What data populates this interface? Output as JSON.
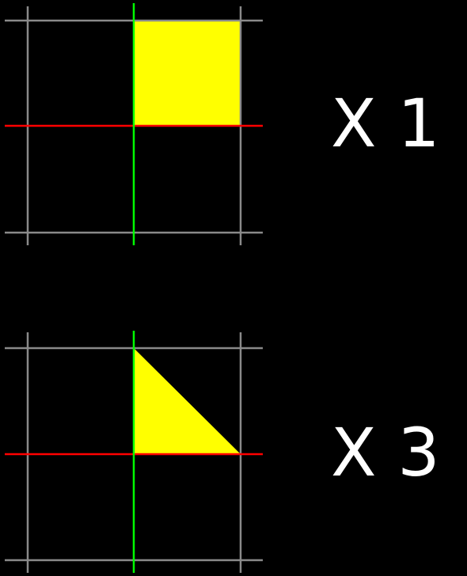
{
  "colors": {
    "background": "#000000",
    "grid": "#8a8a8a",
    "x_axis": "#ff0000",
    "y_axis": "#00ff00",
    "fill": "#ffff00",
    "text": "#ffffff"
  },
  "panels": [
    {
      "id": "top",
      "shape": "square",
      "multiplier_label": "X 1"
    },
    {
      "id": "bottom",
      "shape": "triangle",
      "multiplier_label": "X 3"
    }
  ]
}
